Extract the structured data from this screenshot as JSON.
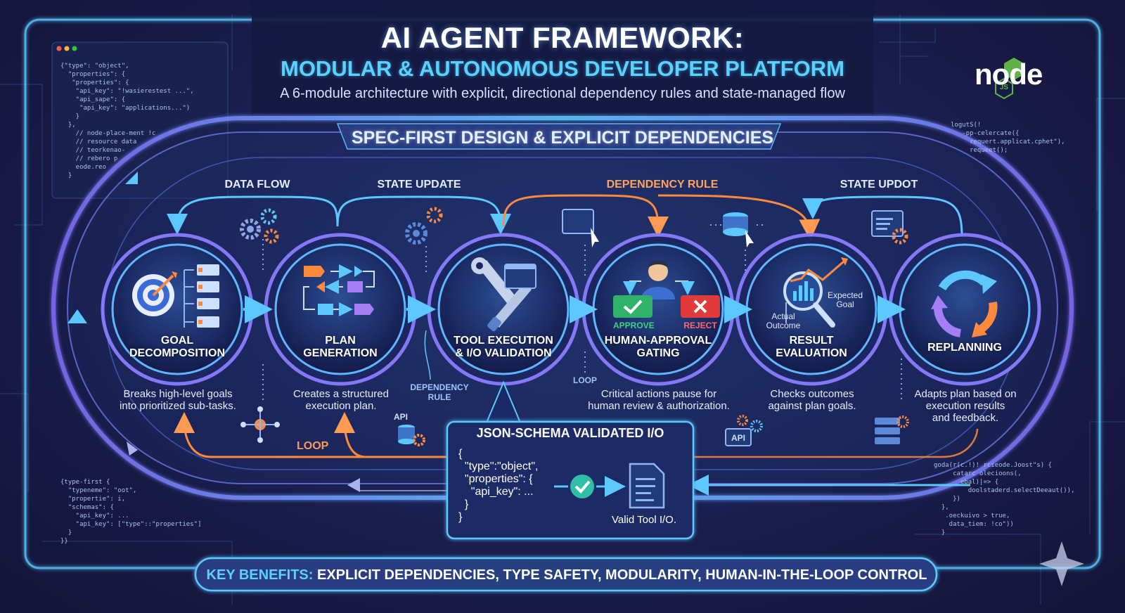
{
  "header": {
    "title": "AI AGENT FRAMEWORK:",
    "subtitle": "MODULAR & AUTONOMOUS DEVELOPER PLATFORM",
    "tagline": "A 6-module architecture with explicit, directional dependency rules and state-managed flow"
  },
  "spec_banner": "SPEC-FIRST DESIGN & EXPLICIT DEPENDENCIES",
  "flow_labels": {
    "data_flow": "DATA FLOW",
    "state_update": "STATE UPDATE",
    "dependency_rule": "DEPENDENCY RULE",
    "state_updot": "STATE UPDOT"
  },
  "modules": [
    {
      "label_line1": "GOAL",
      "label_line2": "DECOMPOSITION",
      "desc_line1": "Breaks high-level goals",
      "desc_line2": "into prioritized sub-tasks.",
      "desc_line3": "",
      "icon": "target-icon"
    },
    {
      "label_line1": "PLAN",
      "label_line2": "GENERATION",
      "desc_line1": "Creates a structured",
      "desc_line2": "execution plan.",
      "desc_line3": "",
      "icon": "flowchart-icon"
    },
    {
      "label_line1": "TOOL EXECUTION",
      "label_line2": "& I/O VALIDATION",
      "desc_line1": "",
      "desc_line2": "",
      "desc_line3": "",
      "icon": "wrench-icon"
    },
    {
      "label_line1": "HUMAN-APPROVAL",
      "label_line2": "GATING",
      "desc_line1": "Critical actions pause for",
      "desc_line2": "human review & authorization.",
      "desc_line3": "",
      "icon": "approver-icon"
    },
    {
      "label_line1": "RESULT",
      "label_line2": "EVALUATION",
      "desc_line1": "Checks outcomes",
      "desc_line2": "against plan goals.",
      "desc_line3": "",
      "icon": "magnifier-chart-icon"
    },
    {
      "label_line1": "REPLANNING",
      "label_line2": "",
      "desc_line1": "Adapts plan based on",
      "desc_line2": "execution results",
      "desc_line3": "and feedback.",
      "icon": "cycle-icon"
    }
  ],
  "gating": {
    "approve": "APPROVE",
    "reject": "REJECT"
  },
  "evaluation": {
    "expected_line1": "Expected",
    "expected_line2": "Goal",
    "actual_line1": "Actual",
    "actual_line2": "Outcome"
  },
  "annotations": {
    "dependency_line1": "DEPENDENCY",
    "dependency_line2": "RULE",
    "loop_small": "LOOP",
    "loop_bottom": "LOOP",
    "api_left": "API",
    "api_right": "API"
  },
  "json_box": {
    "title": "JSON-SCHEMA VALIDATED I/O",
    "code": "{\n  \"type\":\"object\",\n  \"properties\": {\n    \"api_key\": ...\n  }\n}",
    "valid_label": "Valid Tool I/O."
  },
  "benefits": {
    "prefix": "KEY BENEFITS:",
    "text": " EXPLICIT DEPENDENCIES, TYPE SAFETY, MODULARITY, HUMAN-IN-THE-LOOP CONTROL"
  },
  "logo": {
    "text": "node",
    "badge": "JS"
  },
  "code_panels": {
    "top_left": "{\"type\": \"object\",\n  \"properties\": {\n   \"properties\": {\n    \"api_key\": \"!wasierestest ...\",\n    \"api_sape\": {\n     \"api_key\": \"applications...\")\n    }\n  },\n    // node-place-ment !c\n    // resource data\n    // teorkenao-\n    // rebero p\n    eode.reo\n  }",
    "bottom_left": "{type-first {\n  \"typeneme\": \"oot\",\n  \"propertie\": i,\n  \"schemas\": {\n    \"api_key\": ...\n    \"api_key\": [\"type\"::\"properties\"]\n  }\n}}",
    "top_right": "logutS(!\n   -pp-celercate({\n     requert.applicat.cphet\"),\n     requeet();",
    "bottom_right": "goda(r(c.!)! rcieode.Joost\"s) {\n     catarc olecioons(,\n       ebal)|=> {\n         doolstaderd.selectDeeaut()),\n     })\n  },\n   .oeckuivo > true,\n    data_tiem: !co\"))\n  }"
  },
  "colors": {
    "background": "#181a45",
    "accent_cyan": "#5cd0ff",
    "accent_orange": "#ff8a3d",
    "approve_green": "#2fb36a",
    "reject_red": "#e03a3a"
  }
}
